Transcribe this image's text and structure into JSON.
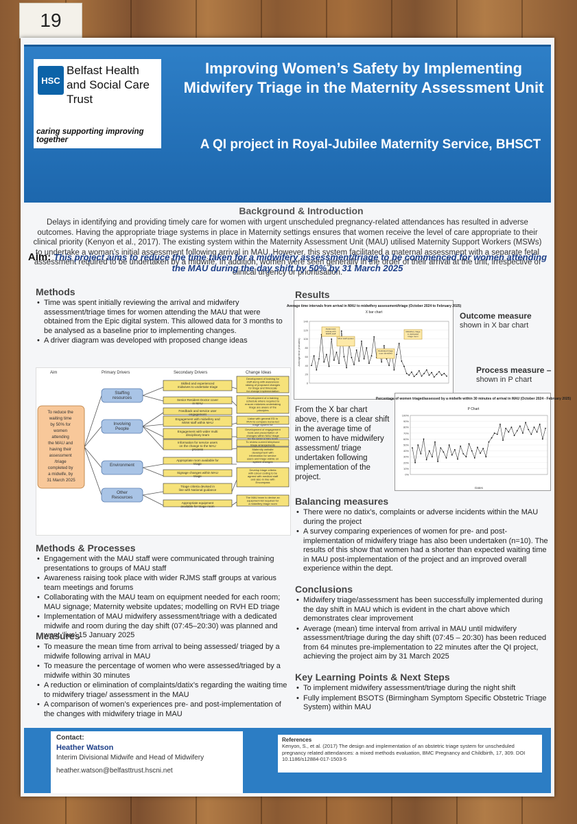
{
  "board_number": "19",
  "header": {
    "logo_abbr": "HSC",
    "logo_name": "Belfast Health and Social Care Trust",
    "logo_motto": "caring supporting improving together",
    "title": "Improving Women’s Safety by Implementing Midwifery Triage in the Maternity Assessment Unit",
    "subtitle": "A QI project in Royal-Jubilee Maternity Service, BHSCT"
  },
  "background": {
    "heading": "Background & Introduction",
    "text": "Delays in identifying and providing timely care for women with urgent unscheduled pregnancy-related attendances has resulted in adverse outcomes. Having the appropriate triage systems in place in Maternity settings ensures that women receive the level of care appropriate to their clinical priority (Kenyon et al., 2017). The existing system within the Maternity Assessment Unit (MAU) utilised Maternity Support Workers (MSWs) to undertake a woman’s initial assessment following arrival in MAU. However, this system facilitated a maternal assessment with a separate fetal assessment required to be undertaken by a midwife. In addition, women were seen generally in the order of their arrival at the unit, irrespective of clinical urgency or prioritisation.",
    "aim_label": "Aim:",
    "aim_text": "This project aims to reduce the time taken for a midwifery assessment/triage to be commenced for women attending the MAU during the day shift by 50% by 31 March 2025"
  },
  "methods": {
    "heading": "Methods",
    "items": [
      "Time was spent initially reviewing the arrival and midwifery assessment/triage times for women attending the MAU that were obtained from the Epic digital system. This allowed data for 3 months to be analysed as a baseline prior to implementing changes.",
      "A driver diagram was developed with proposed change ideas"
    ]
  },
  "driver": {
    "h_aim": "Aim",
    "h_primary": "Primary Drivers",
    "h_secondary": "Secondary Drivers",
    "h_change": "Change Ideas",
    "aim": "To reduce the waiting time by 50% for women attending the MAU and having their assessment /triage completed by a midwife, by 31 March 2025",
    "primary": [
      "Staffing resources",
      "Involving People",
      "Environment",
      "Other Resources"
    ],
    "secondary": [
      "Skilled and experienced midwives to undertake triage",
      "Senior Resident Doctor cover in MAU",
      "Feedback and service user engagement",
      "Engagement with midwifery and MSW staff within MAU",
      "Engagement with wider multi disciplinary team",
      "Information for service users on the change to the MAU process",
      "Appropriate room available for triage",
      "Signage changes within MAU triage",
      "Triage criteria devised in line with National guidance",
      "Appropriate equipment available for triage room"
    ],
    "change": [
      "Development of training for staff along with awareness raising of proposed changes for triage and timescale for change implementation",
      "Development of a training schedule where required to ensure midwives undertaking triage are aware of the principles",
      "Liaise with general ED in RVH to compare nurse-led triage system for applicability",
      "Development of engagement tools and presentation of changes within MAU triage for the wider RJMS team",
      "To review current telephone triage arrangements",
      "Maternity website development with information for service users and triage visible on system changes",
      "Develop triage criteria with colour coding to be agreed with medical staff and also in line with Encompass",
      "The MAU team to devise an equipment list required for a midwifery triage room"
    ]
  },
  "methods_processes": {
    "heading": "Methods & Processes",
    "items": [
      "Engagement with the MAU staff were communicated through training presentations to groups of MAU staff",
      "Awareness raising took place with wider RJMS staff groups at various team meetings and forums",
      "Collaborating with the MAU team on equipment needed for each room; MAU signage; Maternity website updates; modelling on RVH ED triage",
      "Implementation of MAU midwifery assessment/triage with a dedicated midwife and room during the day shift (07:45–20:30) was planned and went ‘live’ 15 January 2025"
    ]
  },
  "measures": {
    "heading": "Measures",
    "items": [
      "To measure the mean time from arrival to being assessed/ triaged by a midwife following arrival in MAU",
      "To measure the percentage of women who were assessed/triaged by a midwife within 30 minutes",
      "A reduction or elimination of complaints/datix’s regarding the waiting time to midwifery triage/ assessment in the MAU",
      "A comparison of women’s experiences pre- and post-implementation of the changes with midwifery triage in MAU"
    ]
  },
  "results": {
    "heading": "Results",
    "outcome_label": "Outcome measure",
    "outcome_sub": "shown in X bar chart",
    "process_label": "Process measure –",
    "process_sub": "shown in P chart",
    "text": "From the X bar chart above, there is a clear shift in the average time of women to have midwifery assessment/ triage undertaken following implementation of the project."
  },
  "chart_data": [
    {
      "type": "line",
      "title": "Average time intervals from arrival in MAU to midwifery assessment/triage (October 2024 to February 2025)",
      "subtitle": "X bar chart",
      "ylabel": "Average time (minutes)",
      "ylim": [
        0,
        140
      ],
      "annotations": [
        "MAU staff spoken",
        "Awareness raising with RJMS staff",
        "Dedicated triage room identified",
        "Midwifery triage in dedicated triage room"
      ],
      "values": [
        40,
        62,
        30,
        55,
        110,
        48,
        65,
        38,
        100,
        52,
        70,
        45,
        118,
        60,
        35,
        90,
        58,
        42,
        75,
        50,
        95,
        55,
        80,
        45,
        62,
        105,
        58,
        70,
        48,
        85,
        55,
        40,
        72,
        30,
        65,
        90,
        50,
        38,
        22,
        18,
        25,
        15,
        20,
        28,
        16,
        22,
        30,
        18,
        24,
        14,
        20,
        26,
        18,
        22,
        16
      ]
    },
    {
      "type": "line",
      "title": "Percentage of women triaged/assessed by a midwife within 30 minutes of arrival in MAU (October 2024 - February 2025)",
      "subtitle": "P Chart",
      "xlabel": "Dates",
      "ylim": [
        0,
        100
      ],
      "values": [
        45,
        20,
        50,
        35,
        60,
        25,
        40,
        30,
        55,
        22,
        45,
        38,
        28,
        50,
        33,
        42,
        26,
        48,
        35,
        30,
        52,
        40,
        28,
        46,
        36,
        44,
        30,
        55,
        62,
        70,
        68,
        85,
        58,
        78,
        72,
        80,
        66,
        74,
        82,
        70,
        88,
        76,
        68,
        80,
        72,
        85,
        60,
        78
      ]
    }
  ],
  "balancing": {
    "heading": "Balancing measures",
    "items": [
      "There were no datix’s, complaints or adverse incidents within the MAU during the project",
      "A survey comparing experiences of women for pre- and post-implementation of midwifery triage has also been undertaken (n=10). The results of this show that women had a shorter than expected waiting time in MAU post-implementation of the project and an improved overall experience within the dept."
    ]
  },
  "conclusions": {
    "heading": "Conclusions",
    "items": [
      "Midwifery triage/assessment has been successfully implemented during the day shift in MAU which is evident in the chart above which demonstrates clear improvement",
      "Average (mean) time interval from arrival in MAU until midwifery assessment/triage during the day shift (07:45 – 20:30) has been reduced from 64 minutes pre-implementation to 22 minutes after the QI project, achieving the project aim by 31 March 2025"
    ]
  },
  "learning": {
    "heading": "Key Learning Points & Next Steps",
    "items": [
      "To implement midwifery assessment/triage during the night shift",
      "Fully implement BSOTS (Birmingham Symptom Specific Obstetric Triage System) within MAU"
    ]
  },
  "contact": {
    "label": "Contact:",
    "name": "Heather Watson",
    "role": "Interim Divisional Midwife and Head of Midwifery",
    "email": "heather.watson@belfasttrust.hscni.net"
  },
  "references": {
    "label": "References",
    "text": "Kenyon, S., et al. (2017) The design and implementation of an obstetric triage system for unscheduled pregnancy related attendances: a mixed methods evaluation, BMC Pregnancy and Childbirth, 17, 309. DOI 10.1186/s12884-017-1503-5"
  },
  "colors": {
    "banner": "#1d67ad",
    "aim_text": "#1d3f88",
    "primary_box": "#a9c4e6",
    "secondary_box": "#f6e27a",
    "aim_box": "#f8c89a"
  }
}
